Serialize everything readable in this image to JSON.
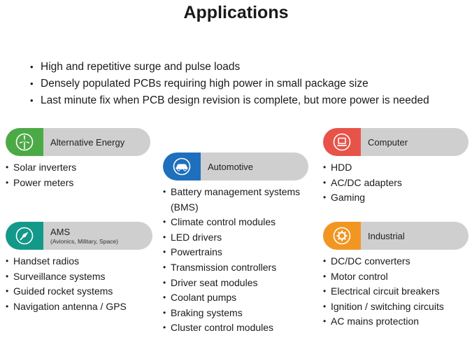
{
  "title": "Applications",
  "bullets": [
    "High and repetitive surge and pulse loads",
    "Densely populated PCBs requiring high power in small package size",
    "Last minute fix when PCB design revision is complete, but more power is needed"
  ],
  "colors": {
    "alt_energy": "#4caa46",
    "automotive": "#1e6fbd",
    "computer": "#e85349",
    "ams": "#13998a",
    "industrial": "#f29622",
    "pill_bg": "#cfcfcf"
  },
  "cards": {
    "alt_energy": {
      "icon": "wind-turbine-icon",
      "label": "Alternative Energy",
      "items": [
        "Solar inverters",
        "Power meters"
      ]
    },
    "automotive": {
      "icon": "car-icon",
      "label": "Automotive",
      "items": [
        "Battery management systems (BMS)",
        "Climate control modules",
        "LED drivers",
        "Powertrains",
        "Transmission controllers",
        "Driver seat modules",
        "Coolant pumps",
        "Braking systems",
        "Cluster control modules"
      ]
    },
    "computer": {
      "icon": "laptop-icon",
      "label": "Computer",
      "items": [
        "HDD",
        "AC/DC adapters",
        "Gaming"
      ]
    },
    "ams": {
      "icon": "rocket-icon",
      "label": "AMS",
      "sublabel": "(Avionics, Military, Space)",
      "items": [
        "Handset radios",
        "Surveillance systems",
        "Guided rocket systems",
        "Navigation antenna / GPS"
      ]
    },
    "industrial": {
      "icon": "gear-icon",
      "label": "Industrial",
      "items": [
        "DC/DC converters",
        "Motor control",
        "Electrical circuit breakers",
        "Ignition / switching circuits",
        "AC mains protection"
      ]
    }
  }
}
